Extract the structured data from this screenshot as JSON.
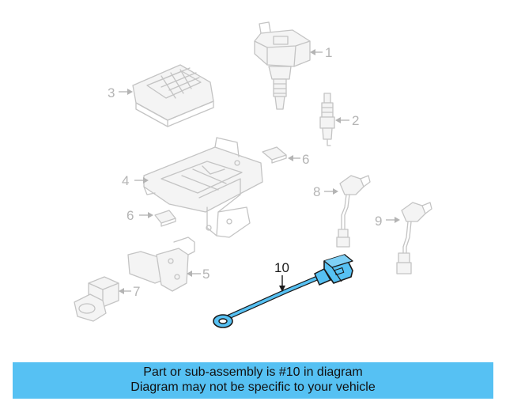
{
  "diagram": {
    "callouts": {
      "c1": "1",
      "c2": "2",
      "c3": "3",
      "c4": "4",
      "c5": "5",
      "c6a": "6",
      "c6b": "6",
      "c7": "7",
      "c8": "8",
      "c9": "9",
      "c10": "10"
    },
    "highlight_color": "#56c1f3"
  },
  "banner": {
    "line1": "Part or sub-assembly is #10 in diagram",
    "line2": "Diagram may not be specific to your vehicle",
    "background": "#56c1f3"
  }
}
